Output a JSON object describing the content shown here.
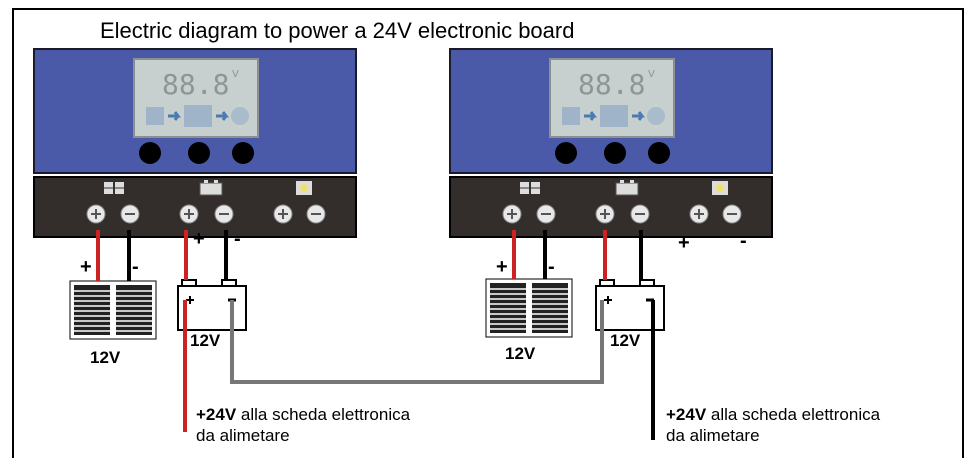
{
  "diagram": {
    "title": "Electric diagram to power a 24V electronic board",
    "display_text": "88.8",
    "display_unit": "V",
    "battery_voltage": "12V",
    "panel_voltage": "12V",
    "plus": "+",
    "minus": "-",
    "output_note": {
      "voltage": "+24V",
      "line1_rest": " alla scheda elettronica",
      "line2": "da alimetare"
    }
  },
  "colors": {
    "controller_blue": "#4a5aa8",
    "terminal_strip": "#332e2b",
    "wire_red": "#cc2222",
    "wire_black": "#000000",
    "wire_gray": "#777777",
    "lcd": "#c8cfcf"
  }
}
